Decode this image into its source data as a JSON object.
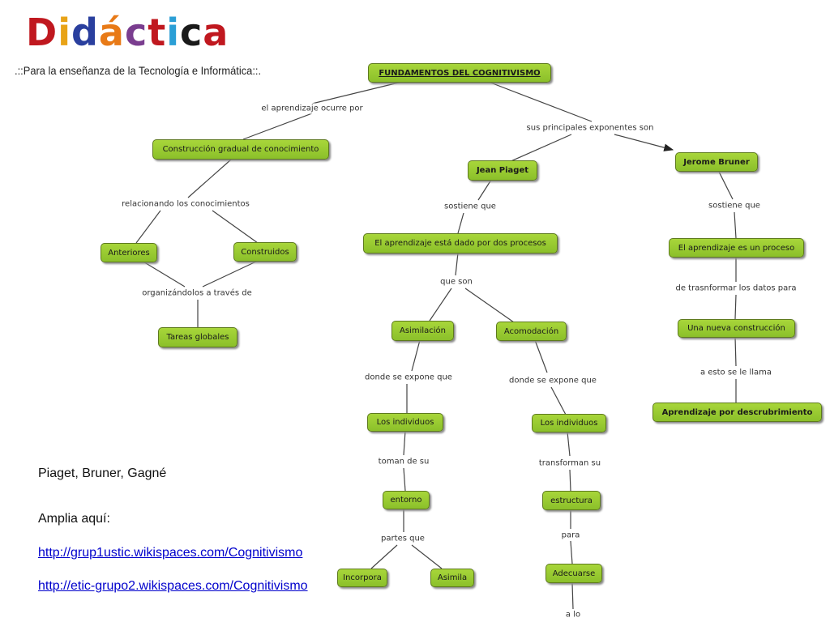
{
  "header": {
    "logo_letters": [
      {
        "ch": "D",
        "color": "#c0181f"
      },
      {
        "ch": "i",
        "color": "#e8a317"
      },
      {
        "ch": "d",
        "color": "#2a3f9e"
      },
      {
        "ch": "á",
        "color": "#e87a17"
      },
      {
        "ch": "c",
        "color": "#7a3d8f"
      },
      {
        "ch": "t",
        "color": "#c0181f"
      },
      {
        "ch": "i",
        "color": "#2b9fd6"
      },
      {
        "ch": "c",
        "color": "#1a1a1a"
      },
      {
        "ch": "a",
        "color": "#c0181f"
      }
    ],
    "subtitle": ".::Para la enseñanza de la Tecnología e Informática::."
  },
  "concept_map": {
    "nodes": {
      "root": "FUNDAMENTOS DEL COGNITIVISMO",
      "construccion": "Construcción gradual de conocimiento",
      "anteriores": "Anteriores",
      "construidos": "Construidos",
      "tareas": "Tareas globales",
      "piaget": "Jean Piaget",
      "bruner": "Jerome Bruner",
      "procesos": "El aprendizaje está dado por dos procesos",
      "asimilacion": "Asimilación",
      "acomodacion": "Acomodación",
      "individuos1": "Los individuos",
      "individuos2": "Los individuos",
      "entorno": "entorno",
      "estructura": "estructura",
      "incorpora": "Incorpora",
      "asimila": "Asimila",
      "adecuarse": "Adecuarse",
      "proceso": "El aprendizaje es un proceso",
      "nueva": "Una nueva construcción",
      "descubrimiento": "Aprendizaje por descrubrimiento"
    },
    "links": {
      "ocurre": "el aprendizaje ocurre por",
      "exponentes": "sus principales exponentes son",
      "relacionando": "relacionando los conocimientos",
      "organizandolos": "organizándolos a través de",
      "sostiene1": "sostiene que",
      "sostiene2": "sostiene que",
      "queson": "que son",
      "expone1": "donde se expone que",
      "expone2": "donde se expone que",
      "toman": "toman de su",
      "transforman": "transforman su",
      "partes": "partes que",
      "para": "para",
      "alo": "a lo",
      "trasnformar": "de trasnformar los datos para",
      "llama": "a esto se le llama"
    }
  },
  "references": {
    "authors": "Piaget, Bruner, Gagné",
    "more_label": "Amplia aquí:",
    "link1": "http://grup1ustic.wikispaces.com/Cognitivismo",
    "link2": "http://etic-grupo2.wikispaces.com/Cognitivismo"
  },
  "colors": {
    "node_fill": "#9acb32",
    "node_border": "#5e7a1e",
    "link_text": "#0000cc"
  }
}
